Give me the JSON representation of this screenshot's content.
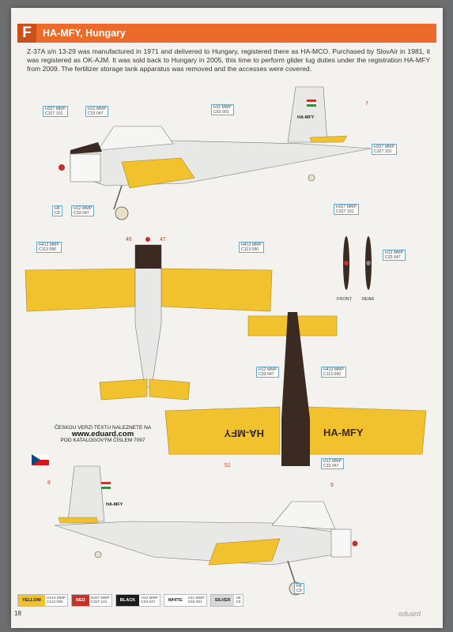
{
  "header": {
    "letter": "F",
    "title": "HA-MFY, Hungary"
  },
  "description": "Z-37A s/n 13-29 was manufactured in 1971 and delivered to Hungary, registered there as HA-MCO. Purchased by SlovAir in 1981, it was registered as OK-AJM. It was sold back to Hungary in 2005, this time to perform glider tug duties under the registration HA-MFY from 2009. The fertilizer storage tank apparatus was removed and the accesses were covered.",
  "registration": "HA-MFY",
  "callouts": {
    "c1": [
      "H327 MMP",
      "C327 101"
    ],
    "c2": [
      "H12 MMP",
      "C33 047"
    ],
    "c3": [
      "H11 MMP",
      "C62 001"
    ],
    "c4": [
      "H327 MMP",
      "C327 101"
    ],
    "c5": [
      "H8",
      "C8"
    ],
    "c6": [
      "H12 MMP",
      "C33 047"
    ],
    "c7": [
      "H327 MMP",
      "C327 101"
    ],
    "c8": [
      "H12 MMP",
      "C33 047"
    ],
    "c9": [
      "H413 MMP",
      "C113 090"
    ],
    "c10": [
      "H413 MMP",
      "C113 090"
    ],
    "c11": [
      "H12 MMP",
      "C33 047"
    ],
    "c12": [
      "H413 MMP",
      "C113 090"
    ],
    "c13": [
      "H12 MMP",
      "C33 047"
    ],
    "c14": [
      "H8",
      "C8"
    ]
  },
  "markers": {
    "m7": "7",
    "m46": "46",
    "m47": "47",
    "m51": "51",
    "m8": "8",
    "m9": "9"
  },
  "props": {
    "front": "FRONT",
    "rear": "REAR"
  },
  "czech_note": {
    "line1": "ČESKOU VERZI TEXTU NALEZNETE NA",
    "url": "www.eduard.com",
    "line2": "POD KATALOGOVÝM ČÍSLEM 7097"
  },
  "legend": [
    {
      "name": "YELLOW",
      "codes": [
        "H413 MMP",
        "C113 090"
      ],
      "color": "#f2c12e",
      "text_color": "#222"
    },
    {
      "name": "RED",
      "codes": [
        "H327 MMP",
        "C327 101"
      ],
      "color": "#c8312a",
      "text_color": "#fff"
    },
    {
      "name": "BLACK",
      "codes": [
        "H12 MMP",
        "C33 047"
      ],
      "color": "#1c1c1c",
      "text_color": "#fff"
    },
    {
      "name": "WHITE",
      "codes": [
        "H11 MMP",
        "C62 001"
      ],
      "color": "#ffffff",
      "text_color": "#222"
    },
    {
      "name": "SILVER",
      "codes": [
        "H8",
        "C8"
      ],
      "color": "#d7d8da",
      "text_color": "#222"
    }
  ],
  "page_number": "18",
  "brand": "eduard",
  "colors": {
    "banner": "#ec6a2a",
    "yellow": "#f2c12e",
    "dark": "#3a2a22",
    "fuselage": "#e8e8e6"
  }
}
